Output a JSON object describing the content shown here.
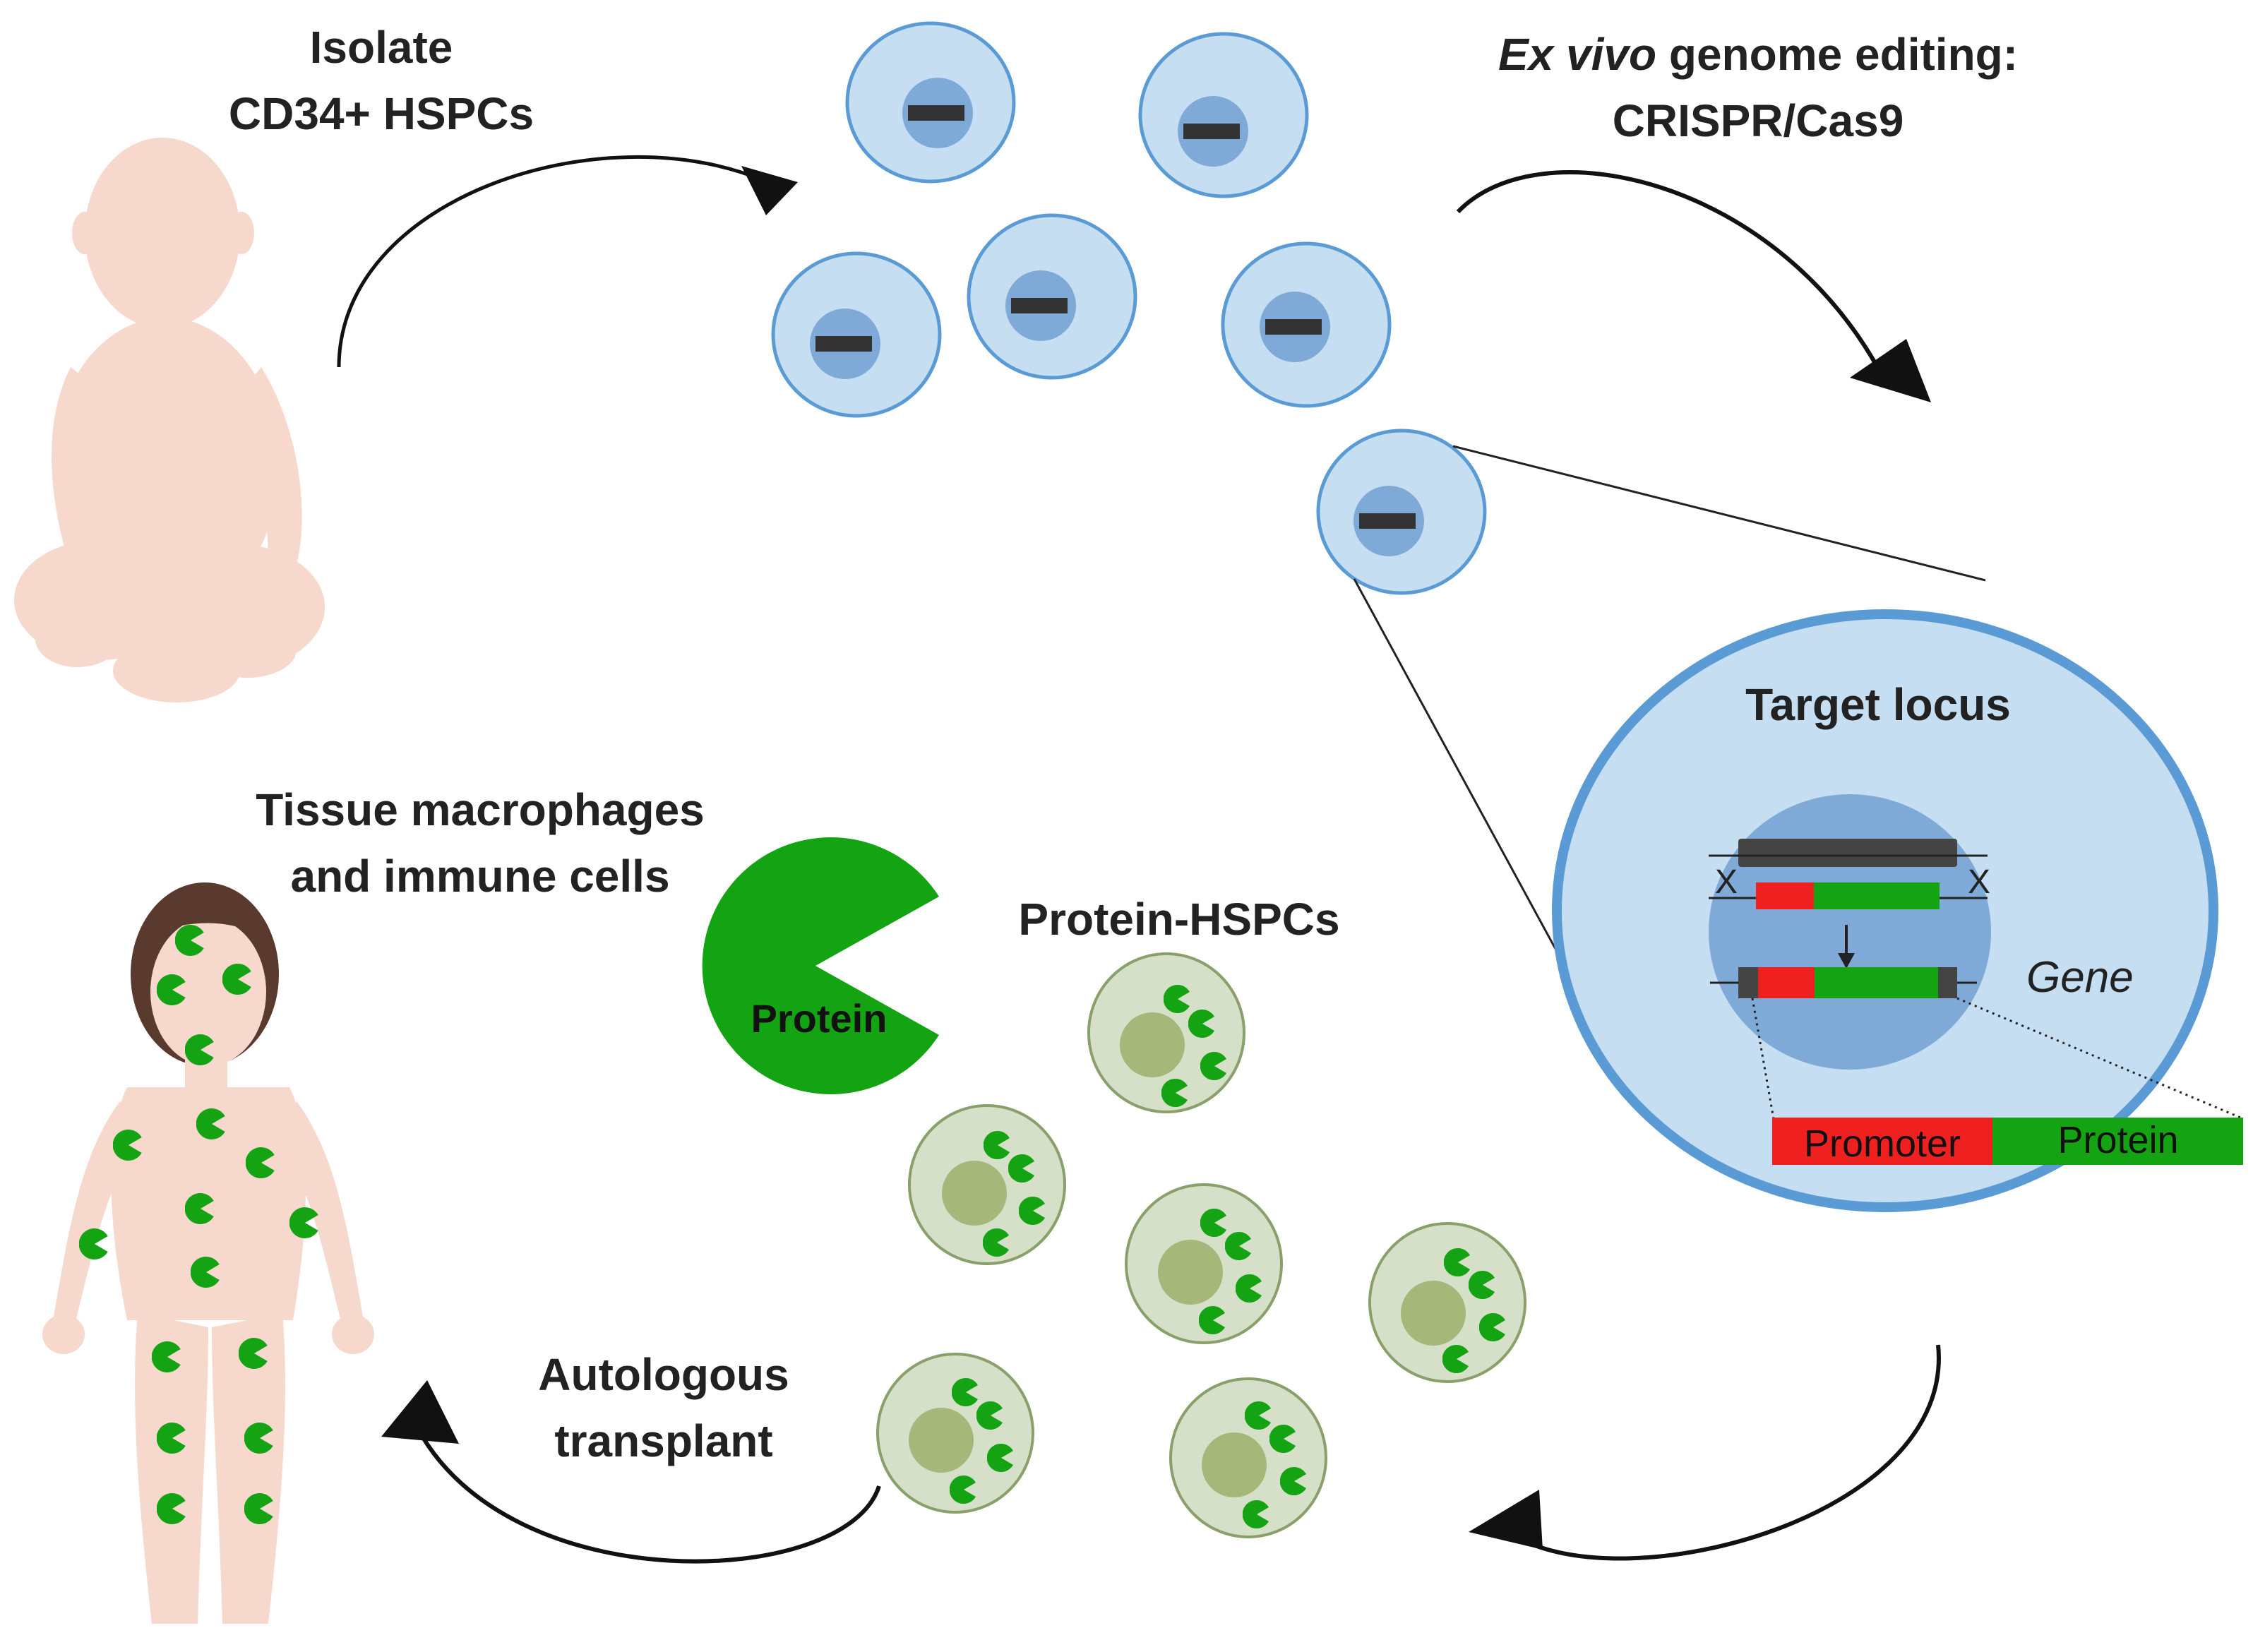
{
  "steps": {
    "isolate": {
      "line1": "Isolate",
      "line2": "CD34+ HSPCs"
    },
    "editing": {
      "line1_italic": "Ex vivo",
      "line1_rest": " genome editing:",
      "line2": "CRISPR/Cas9"
    },
    "tissue": {
      "line1": "Tissue macrophages",
      "line2": "and immune cells"
    },
    "protein_hspcs": "Protein-HSPCs",
    "transplant": {
      "line1": "Autologous",
      "line2": "transplant"
    }
  },
  "inset": {
    "title": "Target locus",
    "marker": "X",
    "gene_label": "Gene",
    "promoter_label": "Promoter",
    "protein_label": "Protein"
  },
  "pacman_label": "Protein",
  "colors": {
    "cell_fill": "#c5def2",
    "cell_stroke": "#5b9bd5",
    "nucleus": "#7fa9d6",
    "edited_cell": "#d6e0c9",
    "edited_nucleus": "#a7b77a",
    "protein_green": "#13a313",
    "promoter_red": "#ee2020",
    "skin": "#f6d8cd",
    "hair": "#5a3a2e"
  },
  "icons": [
    "baby-figure",
    "child-figure",
    "hspc-cell",
    "pacman-protein",
    "curved-arrow"
  ]
}
